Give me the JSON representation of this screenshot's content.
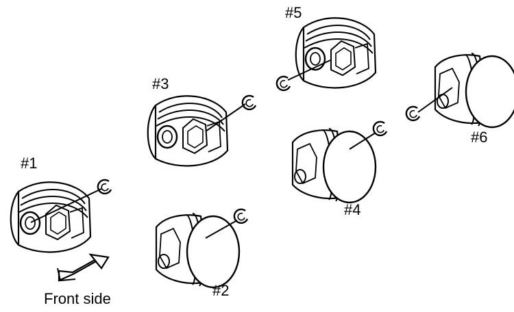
{
  "labels": {
    "p1": "#1",
    "p2": "#2",
    "p3": "#3",
    "p4": "#4",
    "p5": "#5",
    "p6": "#6",
    "front": "Front side"
  },
  "colors": {
    "stroke": "#000000",
    "fill": "#ffffff"
  }
}
